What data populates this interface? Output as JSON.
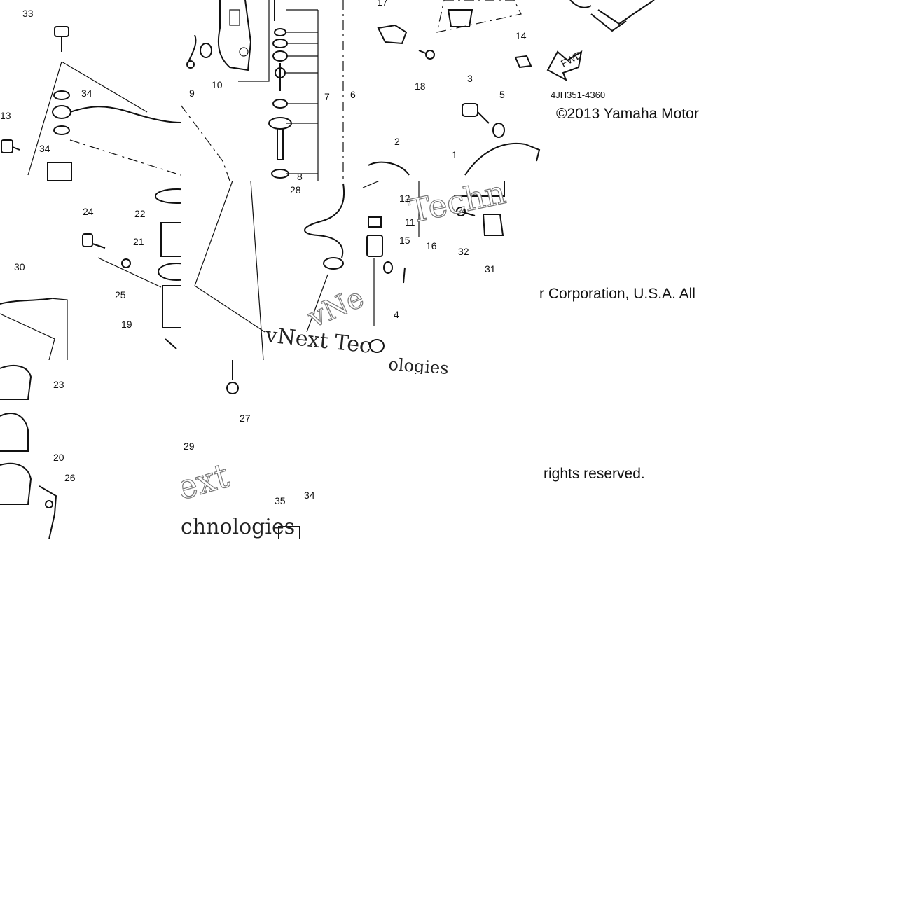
{
  "copyright": {
    "line1": "©2013 Yamaha Motor",
    "line2": "r Corporation, U.S.A. All",
    "line3": "rights reserved."
  },
  "diagram_code": "4JH351-4360",
  "fwd_label": "FWD",
  "watermarks": {
    "a": "Techn",
    "b": "vNext Tec",
    "c": "ext",
    "d": "chnologies",
    "e": "vNe",
    "f": "ologies"
  },
  "callouts": {
    "tile1": [
      "33",
      "34",
      "13",
      "34"
    ],
    "tile2": [
      "9",
      "10",
      "7",
      "6",
      "8"
    ],
    "tile3": [
      "17",
      "18",
      "14",
      "3",
      "5",
      "2",
      "1"
    ],
    "tile4": [
      "24",
      "22",
      "21",
      "30",
      "25",
      "19",
      "29"
    ],
    "tile5": [
      "17",
      "28",
      "12",
      "11",
      "15",
      "16",
      "32",
      "31",
      "4"
    ],
    "tile6": [
      "23",
      "20",
      "26",
      "29",
      "27",
      "35",
      "34"
    ]
  }
}
